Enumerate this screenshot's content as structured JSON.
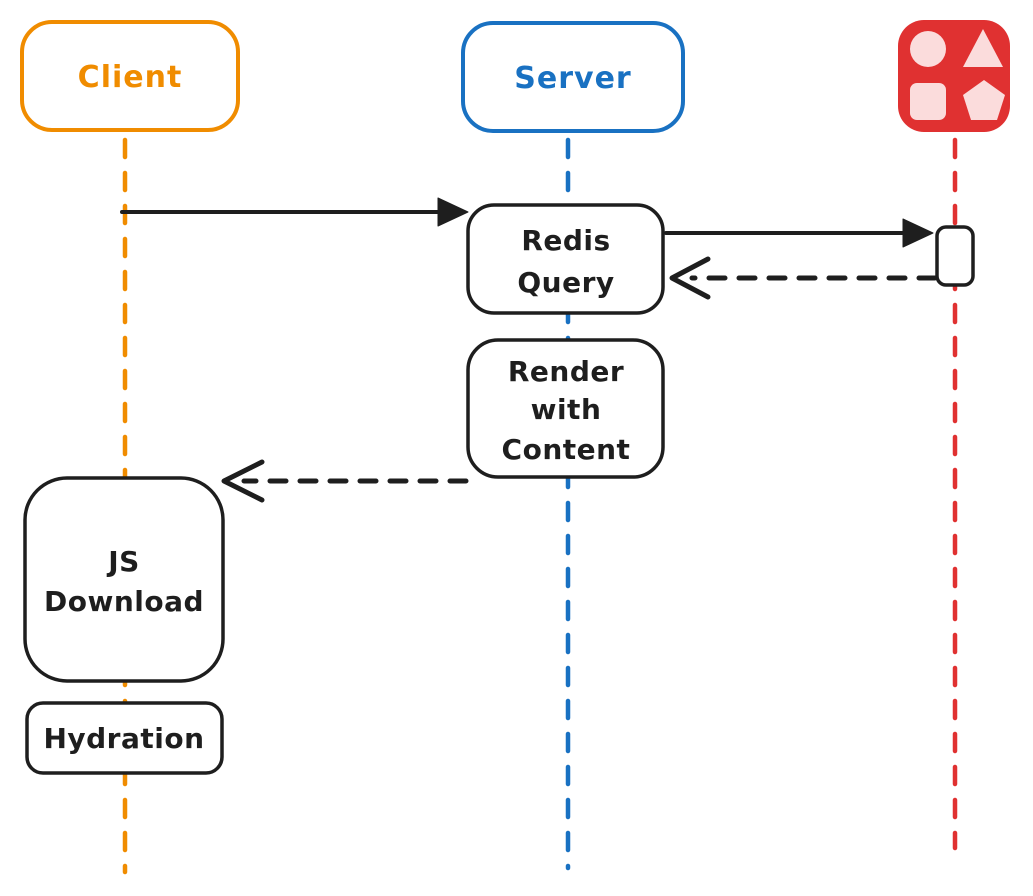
{
  "diagram": {
    "background": "#ffffff",
    "colors": {
      "client": "#f08c00",
      "server": "#1971c2",
      "store": "#e03131",
      "store_shape_fill": "#fbdcdc",
      "stroke": "#1e1e1e"
    },
    "actors": {
      "client": {
        "label": "Client"
      },
      "server": {
        "label": "Server"
      },
      "store": {
        "icon": "shapes-store-icon"
      }
    },
    "nodes": {
      "redis_query": {
        "lines": [
          "Redis",
          "Query"
        ]
      },
      "render_with_content": {
        "lines": [
          "Render",
          "with",
          "Content"
        ]
      },
      "js_download": {
        "lines": [
          "JS",
          "Download"
        ]
      },
      "hydration": {
        "label": "Hydration"
      }
    },
    "edges": {
      "client_to_server": {
        "style": "solid",
        "from": "Client",
        "to": "Redis Query"
      },
      "server_to_store": {
        "style": "solid",
        "from": "Redis Query",
        "to": "store"
      },
      "store_to_server": {
        "style": "dashed",
        "from": "store",
        "to": "Redis Query"
      },
      "server_to_client": {
        "style": "dashed",
        "from": "Render with Content",
        "to": "JS Download"
      }
    }
  }
}
